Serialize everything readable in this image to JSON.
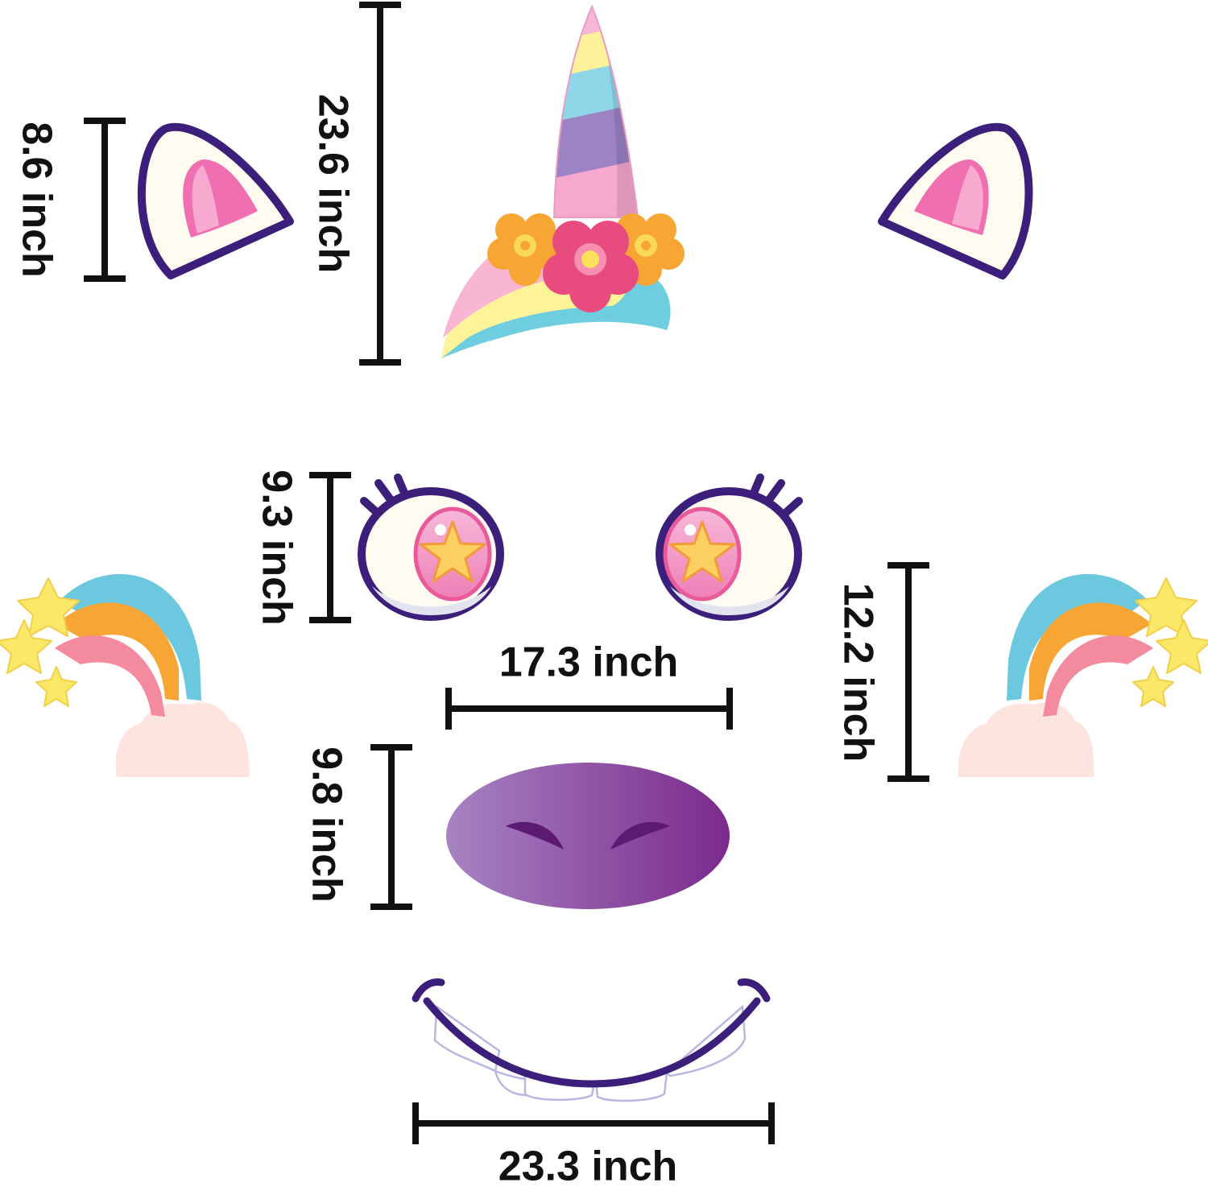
{
  "colors": {
    "outline": "#3b1f7a",
    "ear_inner": "#f06fb0",
    "cream": "#fffbf0",
    "nose": "#8e4ea6",
    "dimension": "#111111"
  },
  "dimensions": {
    "ear_height": "8.6 inch",
    "horn_height": "23.6 inch",
    "eye_height": "9.3 inch",
    "rainbow_height": "12.2 inch",
    "eye_span": "17.3 inch",
    "nose_height": "9.8 inch",
    "mouth_width": "23.3 inch"
  }
}
